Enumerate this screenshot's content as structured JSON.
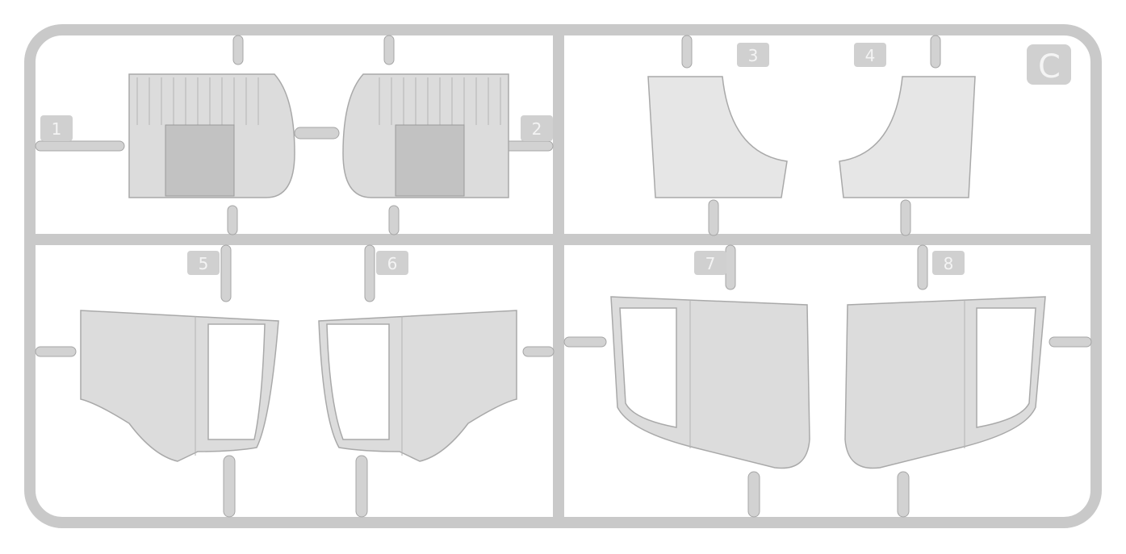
{
  "sprue": {
    "letter": "C",
    "part_numbers": [
      "1",
      "2",
      "3",
      "4",
      "5",
      "6",
      "7",
      "8"
    ]
  }
}
